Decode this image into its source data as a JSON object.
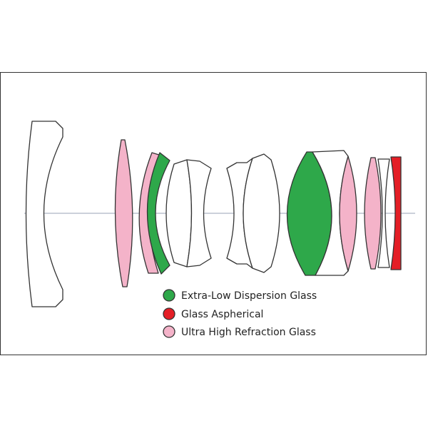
{
  "legend": {
    "ed_glass": {
      "label": "Extra-Low Dispersion Glass",
      "color": "#2ea84a"
    },
    "aspherical": {
      "label": "Glass Aspherical",
      "color": "#e41e26"
    },
    "uhr_glass": {
      "label": "Ultra High Refraction Glass",
      "color": "#f4b3c9"
    }
  },
  "colors": {
    "outline": "#333333",
    "clear": "#ffffff",
    "axis": "#9aa3b5"
  }
}
